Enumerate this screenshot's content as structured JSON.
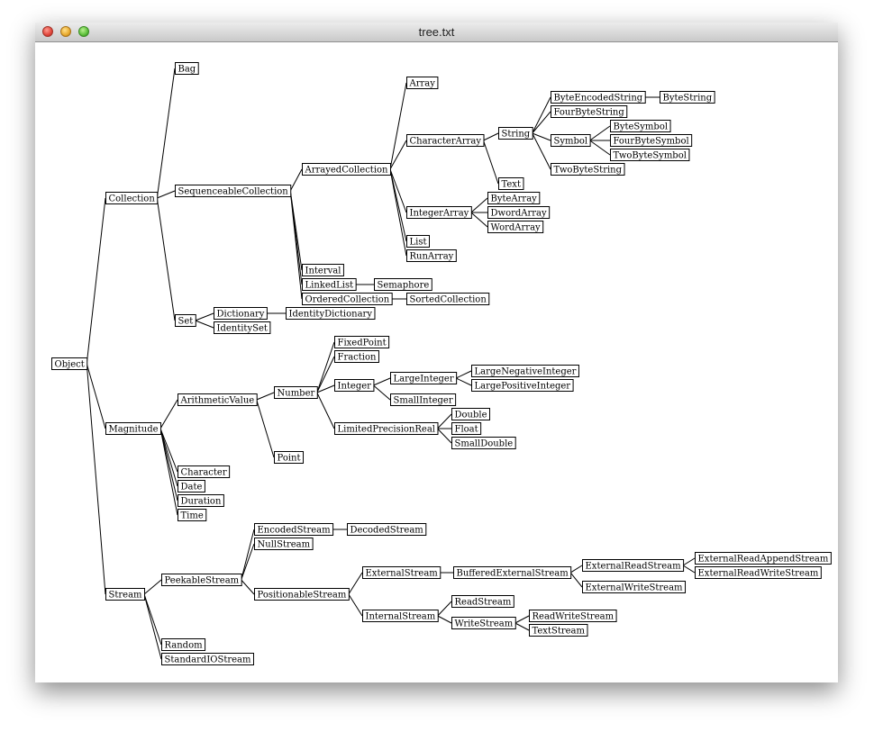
{
  "window": {
    "title": "tree.txt"
  },
  "tree": {
    "root": "Object",
    "edges": [
      [
        "Object",
        "Collection"
      ],
      [
        "Object",
        "Magnitude"
      ],
      [
        "Object",
        "Stream"
      ],
      [
        "Collection",
        "Bag"
      ],
      [
        "Collection",
        "SequenceableCollection"
      ],
      [
        "Collection",
        "Set"
      ],
      [
        "SequenceableCollection",
        "ArrayedCollection"
      ],
      [
        "SequenceableCollection",
        "Interval"
      ],
      [
        "SequenceableCollection",
        "LinkedList"
      ],
      [
        "SequenceableCollection",
        "OrderedCollection"
      ],
      [
        "ArrayedCollection",
        "Array"
      ],
      [
        "ArrayedCollection",
        "CharacterArray"
      ],
      [
        "ArrayedCollection",
        "IntegerArray"
      ],
      [
        "ArrayedCollection",
        "List"
      ],
      [
        "ArrayedCollection",
        "RunArray"
      ],
      [
        "CharacterArray",
        "String"
      ],
      [
        "CharacterArray",
        "Text"
      ],
      [
        "String",
        "ByteEncodedString"
      ],
      [
        "String",
        "FourByteString"
      ],
      [
        "String",
        "Symbol"
      ],
      [
        "String",
        "TwoByteString"
      ],
      [
        "ByteEncodedString",
        "ByteString"
      ],
      [
        "Symbol",
        "ByteSymbol"
      ],
      [
        "Symbol",
        "FourByteSymbol"
      ],
      [
        "Symbol",
        "TwoByteSymbol"
      ],
      [
        "IntegerArray",
        "ByteArray"
      ],
      [
        "IntegerArray",
        "DwordArray"
      ],
      [
        "IntegerArray",
        "WordArray"
      ],
      [
        "LinkedList",
        "Semaphore"
      ],
      [
        "OrderedCollection",
        "SortedCollection"
      ],
      [
        "Set",
        "Dictionary"
      ],
      [
        "Set",
        "IdentitySet"
      ],
      [
        "Dictionary",
        "IdentityDictionary"
      ],
      [
        "Magnitude",
        "ArithmeticValue"
      ],
      [
        "Magnitude",
        "Character"
      ],
      [
        "Magnitude",
        "Date"
      ],
      [
        "Magnitude",
        "Duration"
      ],
      [
        "Magnitude",
        "Time"
      ],
      [
        "ArithmeticValue",
        "Number"
      ],
      [
        "ArithmeticValue",
        "Point"
      ],
      [
        "Number",
        "FixedPoint"
      ],
      [
        "Number",
        "Fraction"
      ],
      [
        "Number",
        "Integer"
      ],
      [
        "Number",
        "LimitedPrecisionReal"
      ],
      [
        "Integer",
        "LargeInteger"
      ],
      [
        "Integer",
        "SmallInteger"
      ],
      [
        "LargeInteger",
        "LargeNegativeInteger"
      ],
      [
        "LargeInteger",
        "LargePositiveInteger"
      ],
      [
        "LimitedPrecisionReal",
        "Double"
      ],
      [
        "LimitedPrecisionReal",
        "Float"
      ],
      [
        "LimitedPrecisionReal",
        "SmallDouble"
      ],
      [
        "Stream",
        "PeekableStream"
      ],
      [
        "Stream",
        "Random"
      ],
      [
        "Stream",
        "StandardIOStream"
      ],
      [
        "PeekableStream",
        "EncodedStream"
      ],
      [
        "PeekableStream",
        "NullStream"
      ],
      [
        "PeekableStream",
        "PositionableStream"
      ],
      [
        "EncodedStream",
        "DecodedStream"
      ],
      [
        "PositionableStream",
        "ExternalStream"
      ],
      [
        "PositionableStream",
        "InternalStream"
      ],
      [
        "ExternalStream",
        "BufferedExternalStream"
      ],
      [
        "BufferedExternalStream",
        "ExternalReadStream"
      ],
      [
        "BufferedExternalStream",
        "ExternalWriteStream"
      ],
      [
        "ExternalReadStream",
        "ExternalReadAppendStream"
      ],
      [
        "ExternalReadStream",
        "ExternalReadWriteStream"
      ],
      [
        "InternalStream",
        "ReadStream"
      ],
      [
        "InternalStream",
        "WriteStream"
      ],
      [
        "WriteStream",
        "ReadWriteStream"
      ],
      [
        "WriteStream",
        "TextStream"
      ]
    ]
  }
}
